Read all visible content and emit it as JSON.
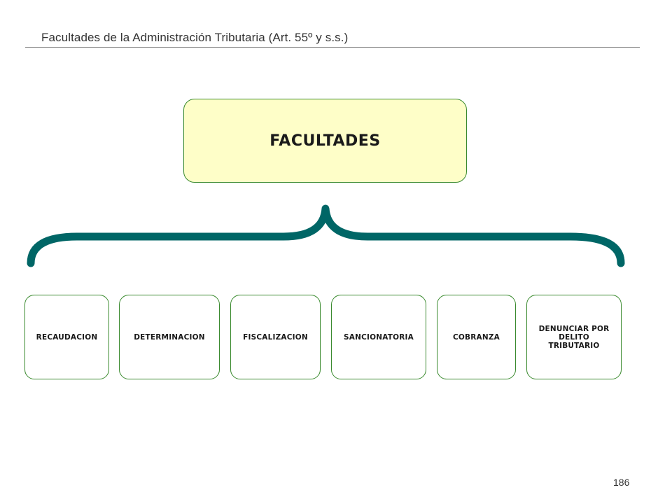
{
  "header": {
    "title": "Facultades de la Administración Tributaria (Art. 55º y s.s.)"
  },
  "diagram": {
    "root_label": "FACULTADES",
    "children": [
      {
        "label": "RECAUDACION"
      },
      {
        "label": "DETERMINACION"
      },
      {
        "label": "FISCALIZACION"
      },
      {
        "label": "SANCIONATORIA"
      },
      {
        "label": "COBRANZA"
      },
      {
        "label": "DENUNCIAR POR DELITO TRIBUTARIO"
      }
    ]
  },
  "footer": {
    "page_number": "186"
  },
  "colors": {
    "root_fill": "#fefec8",
    "box_border": "#3a8a2e",
    "brace": "#006666",
    "rule": "#7f7f7f"
  }
}
